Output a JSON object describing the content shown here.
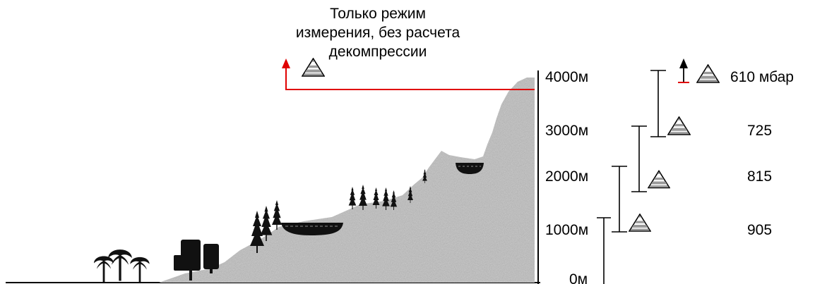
{
  "note": {
    "lines": [
      "Только режим",
      "измерения, без расчета",
      "декомпрессии"
    ]
  },
  "altitude_labels": [
    "4000м",
    "3000м",
    "2000м",
    "1000м",
    "0м"
  ],
  "pressure_labels": [
    "610 мбар",
    "725",
    "815",
    "905"
  ],
  "colors": {
    "warning": "#e00000",
    "terrain": "#bdbdbd",
    "ink": "#000000"
  },
  "icons": [
    "mountain-icon",
    "arrow-up-icon",
    "tree-icon",
    "palm-tree-icon",
    "lake-icon"
  ]
}
